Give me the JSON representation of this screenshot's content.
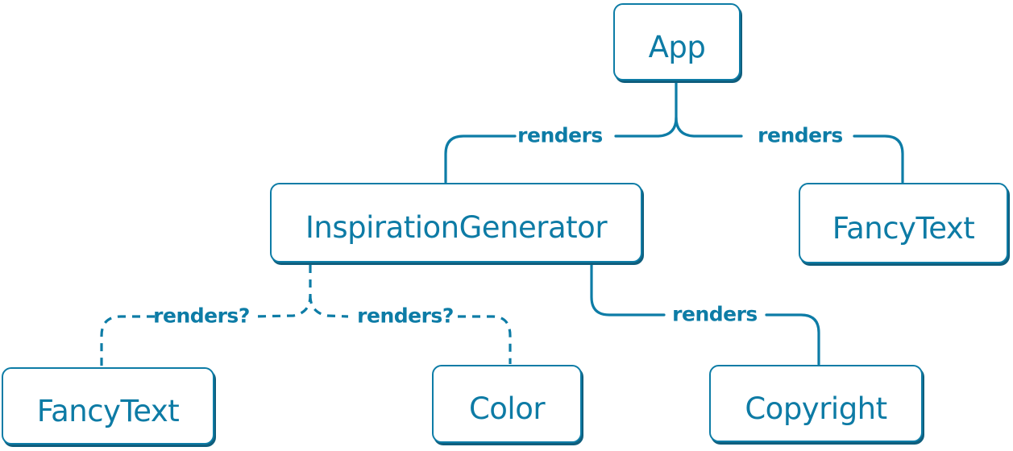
{
  "diagram": {
    "type": "component-render-tree",
    "colors": {
      "stroke": "#0d7ca6",
      "node_border": "#0d7ca6",
      "node_text": "#0d7ba5",
      "node_fill": "#ffffff",
      "node_shadow": "#0f5e7d",
      "background": "#ffffff"
    },
    "nodes": {
      "app": {
        "label": "App"
      },
      "inspirationGenerator": {
        "label": "InspirationGenerator"
      },
      "fancyTextTop": {
        "label": "FancyText"
      },
      "fancyTextBottom": {
        "label": "FancyText"
      },
      "color": {
        "label": "Color"
      },
      "copyright": {
        "label": "Copyright"
      }
    },
    "edges": {
      "appToInspirationGenerator": {
        "from": "App",
        "to": "InspirationGenerator",
        "label": "renders",
        "style": "solid"
      },
      "appToFancyText": {
        "from": "App",
        "to": "FancyText",
        "label": "renders",
        "style": "solid"
      },
      "inspirationGeneratorToFancyText": {
        "from": "InspirationGenerator",
        "to": "FancyText",
        "label": "renders?",
        "style": "dashed"
      },
      "inspirationGeneratorToColor": {
        "from": "InspirationGenerator",
        "to": "Color",
        "label": "renders?",
        "style": "dashed"
      },
      "inspirationGeneratorToCopyright": {
        "from": "InspirationGenerator",
        "to": "Copyright",
        "label": "renders",
        "style": "solid"
      }
    }
  }
}
